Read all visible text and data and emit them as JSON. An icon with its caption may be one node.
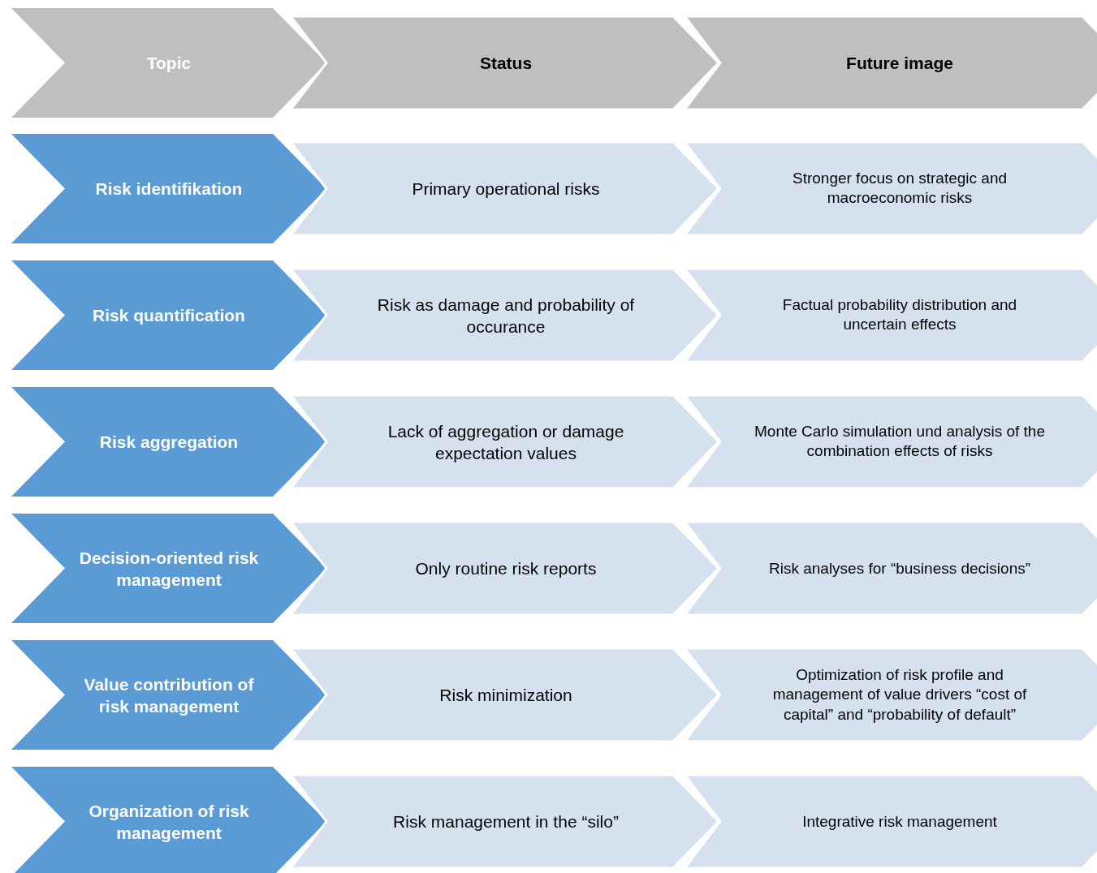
{
  "diagram": {
    "nodes": [
      {
        "text": [
          "Topic"
        ]
      },
      {
        "text": [
          "Status"
        ]
      },
      {
        "text": [
          "Future image"
        ]
      },
      {
        "text": [
          "Risk identifikation"
        ]
      },
      {
        "text": [
          "Primary operational risks"
        ]
      },
      {
        "text": [
          "Stronger focus on strategic and macroeconomic risks"
        ]
      },
      {
        "text": [
          "Risk quantification"
        ]
      },
      {
        "text": [
          "Risk as damage and probability of occurance"
        ]
      },
      {
        "text": [
          "Factual probability distribution and uncertain effects"
        ]
      },
      {
        "text": [
          "Risk aggregation"
        ]
      },
      {
        "text": [
          "Lack of aggregation or damage expectation values"
        ]
      },
      {
        "text": [
          "Monte Carlo simulation und analysis of the combination effects of risks"
        ]
      },
      {
        "text": [
          "Decision-oriented risk management"
        ]
      },
      {
        "text": [
          "Only routine risk reports"
        ]
      },
      {
        "text": [
          "Risk analyses for “business decisions”"
        ]
      },
      {
        "text": [
          "Value contribution of risk management"
        ]
      },
      {
        "text": [
          "Risk minimization"
        ]
      },
      {
        "text": [
          "Optimization of risk profile and management of value drivers “cost of capital” and “probability of default”"
        ]
      },
      {
        "text": [
          "Organization of risk management"
        ]
      },
      {
        "text": [
          "Risk management in the “silo”"
        ]
      },
      {
        "text": [
          "Integrative risk management"
        ]
      }
    ]
  }
}
